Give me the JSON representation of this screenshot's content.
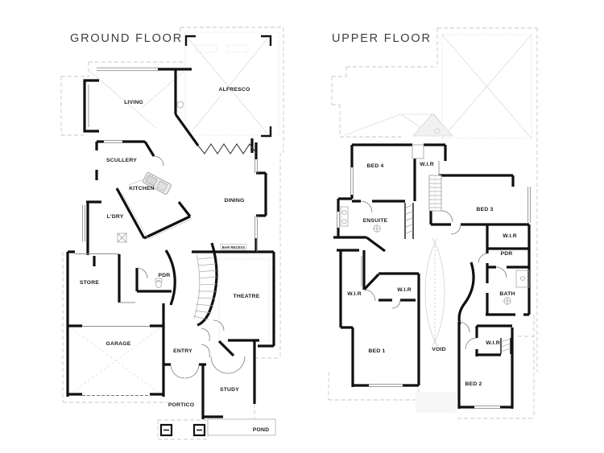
{
  "colors": {
    "background": "#ffffff",
    "wall": "#101010",
    "roof_dash": "#c7c7c7",
    "label_text": "#1c1c1c",
    "title_text": "#3d3d3d"
  },
  "ground": {
    "title": "GROUND FLOOR",
    "rooms": {
      "living": "LIVING",
      "alfresco": "ALFRESCO",
      "scullery": "SCULLERY",
      "kitchen": "KITCHEN",
      "ldry": "L'DRY",
      "dining": "DINING",
      "bar_recess": "BAR RECESS",
      "store": "STORE",
      "pdr": "PDR",
      "theatre": "THEATRE",
      "garage": "GARAGE",
      "entry": "ENTRY",
      "study": "STUDY",
      "portico": "PORTICO",
      "pond": "POND"
    }
  },
  "upper": {
    "title": "UPPER FLOOR",
    "rooms": {
      "bed4": "BED 4",
      "wir_bed4": "W.I.R",
      "bed3": "BED 3",
      "ensuite": "ENSUITE",
      "wir_bed3": "W.I.R",
      "pdr": "PDR",
      "wir_bed1": "W.I.R",
      "wir_hall": "W.I.R",
      "bath": "BATH",
      "bed1": "BED 1",
      "void": "VOID",
      "wir_bed2": "W.I.R",
      "bed2": "BED 2"
    }
  }
}
